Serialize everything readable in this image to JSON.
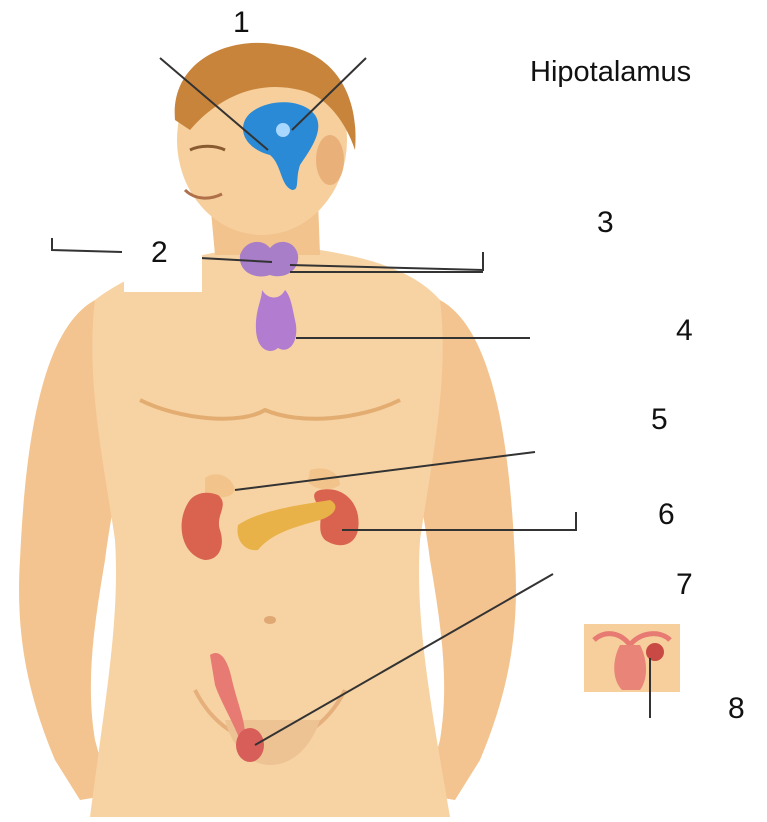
{
  "labels": {
    "hypothalamus": "Hipotalamus",
    "n1": "1",
    "n2": "2",
    "n3": "3",
    "n4": "4",
    "n5": "5",
    "n6": "6",
    "n7": "7",
    "n8": "8"
  },
  "colors": {
    "skin": "#f6cf9c",
    "skin_shadow": "#e7ad73",
    "hair": "#c8843a",
    "brain_gland": "#2a8ad6",
    "thyroid": "#a97ec8",
    "kidney": "#d9634f",
    "pancreas": "#e8b248",
    "testis": "#e77a72",
    "leader_line": "#333333"
  }
}
